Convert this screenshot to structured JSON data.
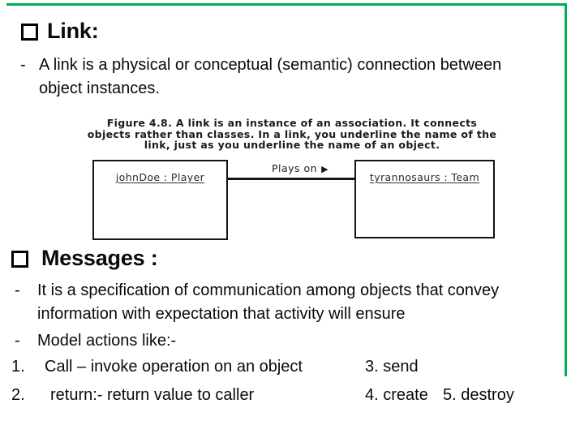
{
  "slide": {
    "accent_color": "#00B050"
  },
  "link_section": {
    "title": "Link:",
    "dash": "-",
    "body_lines": [
      "A link is a physical or conceptual (semantic) connection between",
      "object instances."
    ]
  },
  "figure": {
    "caption_lines": [
      "Figure 4.8. A link is an instance of an association. It connects",
      "objects rather than classes. In a link, you underline the name of the",
      "link, just as you underline the name of an object."
    ],
    "left_box_label": "johnDoe : Player",
    "right_box_label": "tyrannosaurs : Team",
    "connector_label": "Plays on",
    "connector_arrow": "▶"
  },
  "messages_section": {
    "title": "Messages :",
    "dash": "-",
    "bullet1_lines": [
      "It is a specification of communication  among objects that convey",
      "information with expectation that activity will ensure"
    ],
    "bullet2": "Model actions like:-",
    "items": {
      "n1": "1.",
      "t1": "Call – invoke operation on an object",
      "n2": "2.",
      "t2": "return:- return  value to caller",
      "t3": "3. send",
      "t4": "4. create",
      "t5": "5. destroy"
    }
  }
}
